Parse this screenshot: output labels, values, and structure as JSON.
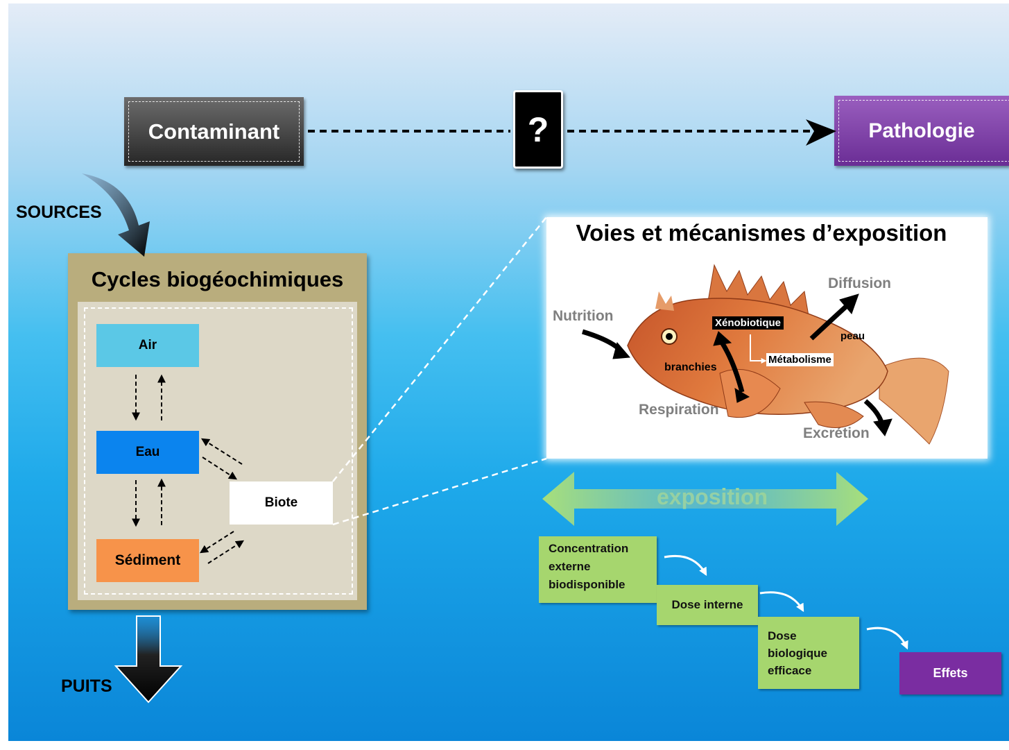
{
  "top": {
    "contaminant": "Contaminant",
    "question": "?",
    "pathologie": "Pathologie"
  },
  "left": {
    "sources": "SOURCES",
    "puits": "PUITS",
    "cycles_title": "Cycles biogéochimiques",
    "compartments": {
      "air": "Air",
      "eau": "Eau",
      "sediment": "Sédiment",
      "biote": "Biote"
    }
  },
  "exposure_panel": {
    "title": "Voies et mécanismes d’exposition",
    "labels": {
      "nutrition": "Nutrition",
      "diffusion": "Diffusion",
      "xenobiotique": "Xénobiotique",
      "peau": "peau",
      "metabolisme": "Métabolisme",
      "branchies": "branchies",
      "respiration": "Respiration",
      "excretion": "Excrétion"
    }
  },
  "exposition_label": "exposition",
  "steps": {
    "concentration": [
      "Concentration",
      "externe",
      "biodisponible"
    ],
    "dose_interne": "Dose interne",
    "dose_bio": [
      "Dose",
      "biologique",
      "efficace"
    ],
    "effets": "Effets"
  },
  "colors": {
    "air": "#5bc8e6",
    "eau": "#0b84ee",
    "sediment": "#f7934a",
    "biote": "#ffffff",
    "cycles_frame": "#b9ad7d",
    "cycles_inner": "#ddd8c7",
    "steps": "#a6d66e",
    "pathologie": "#7c3aa5",
    "effets": "#7a2da1"
  }
}
